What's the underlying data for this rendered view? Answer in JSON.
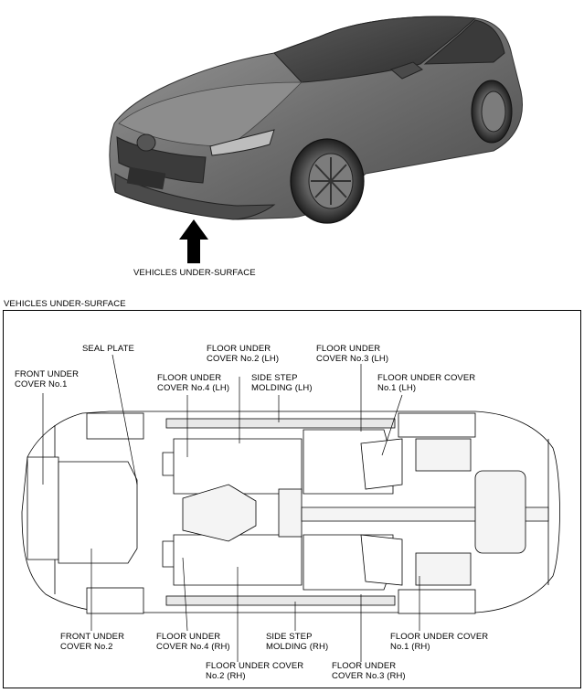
{
  "top_caption": "VEHICLES UNDER-SURFACE",
  "section_title": "VEHICLES UNDER-SURFACE",
  "labels": {
    "seal_plate": "SEAL PLATE",
    "front_under_cover_1": "FRONT UNDER\nCOVER No.1",
    "front_under_cover_2": "FRONT UNDER\nCOVER No.2",
    "floor_under_cover_2_lh": "FLOOR UNDER\nCOVER No.2 (LH)",
    "floor_under_cover_3_lh": "FLOOR UNDER\nCOVER No.3 (LH)",
    "floor_under_cover_4_lh": "FLOOR UNDER\nCOVER No.4 (LH)",
    "side_step_molding_lh": "SIDE STEP\nMOLDING (LH)",
    "floor_under_cover_1_lh": "FLOOR UNDER COVER\nNo.1 (LH)",
    "floor_under_cover_4_rh": "FLOOR UNDER\nCOVER No.4 (RH)",
    "side_step_molding_rh": "SIDE STEP\nMOLDING (RH)",
    "floor_under_cover_1_rh": "FLOOR UNDER COVER\nNo.1 (RH)",
    "floor_under_cover_2_rh": "FLOOR UNDER COVER\nNo.2 (RH)",
    "floor_under_cover_3_rh": "FLOOR UNDER\nCOVER No.3 (RH)"
  }
}
